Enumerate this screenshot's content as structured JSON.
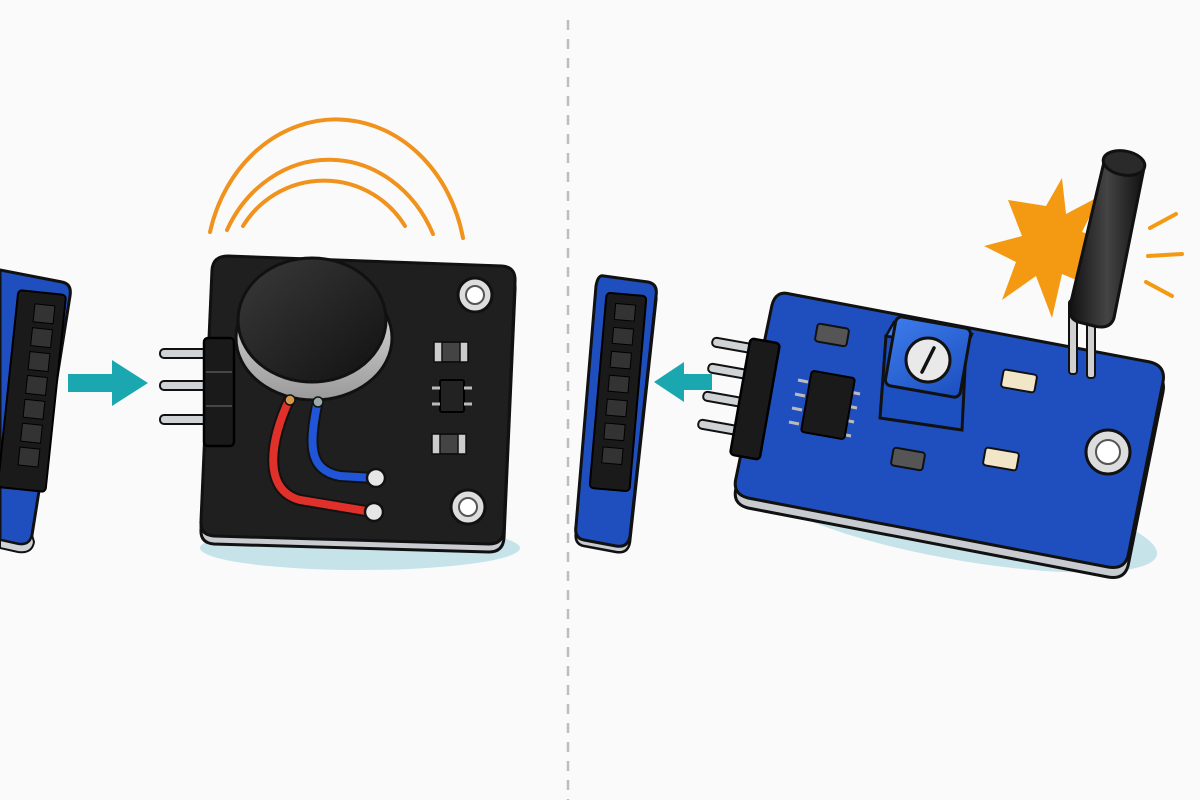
{
  "colors": {
    "background": "#fafafa",
    "divider": "#bdbdbd",
    "arrow": "#1aa7b0",
    "vibration_waves": "#f0921c",
    "impact_burst": "#f39a12",
    "black_pcb": "#1f1f1f",
    "blue_pcb": "#1f4fbf",
    "shadow": "#c7e3ea",
    "red_wire": "#e0302a",
    "blue_wire": "#1f55d6"
  },
  "panels": [
    {
      "id": "left",
      "module": "vibration-motor-module",
      "board_color": "black",
      "arrow_direction": "toward-module",
      "icons": [
        "header-socket-icon",
        "arrow-right-icon",
        "vibration-motor-icon",
        "vibration-waves-icon"
      ]
    },
    {
      "id": "right",
      "module": "vibration-tilt-sensor-module",
      "board_color": "blue",
      "arrow_direction": "toward-socket",
      "icons": [
        "header-socket-icon",
        "arrow-left-icon",
        "spring-sensor-icon",
        "impact-burst-icon",
        "potentiometer-icon"
      ]
    }
  ]
}
